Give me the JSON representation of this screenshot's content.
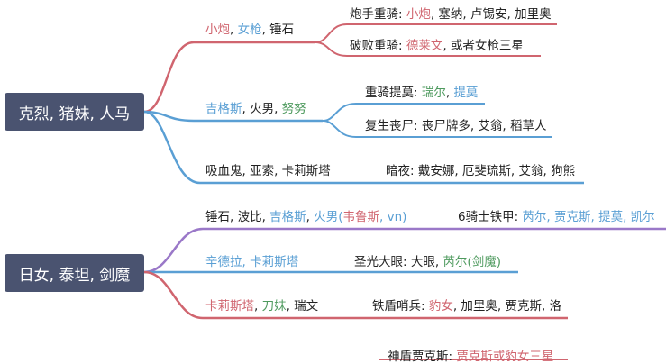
{
  "colors": {
    "red": "#d0656f",
    "blue": "#5a9fd4",
    "green": "#4e9a5e",
    "purple": "#9a78c8",
    "root_bg": "#4a5370",
    "text": "#222222"
  },
  "roots": [
    {
      "label": "克烈, 猪妹, 人马"
    },
    {
      "label": "日女, 泰坦, 剑魔"
    }
  ],
  "nodes": {
    "a1": {
      "parts": [
        [
          "小炮",
          "red"
        ],
        [
          ", ",
          "text"
        ],
        [
          "女枪",
          "blue"
        ],
        [
          ", 锤石",
          "text"
        ]
      ]
    },
    "a1_1": {
      "parts": [
        [
          "炮手重骑: ",
          "text"
        ],
        [
          "小炮",
          "red"
        ],
        [
          ", 塞纳, 卢锡安, 加里奥",
          "text"
        ]
      ]
    },
    "a1_2": {
      "parts": [
        [
          "破败重骑: ",
          "text"
        ],
        [
          "德莱文",
          "red"
        ],
        [
          ", 或者女枪三星",
          "text"
        ]
      ]
    },
    "a2": {
      "parts": [
        [
          "吉格斯",
          "blue"
        ],
        [
          ", 火男, ",
          "text"
        ],
        [
          "努努",
          "green"
        ]
      ]
    },
    "a2_1": {
      "parts": [
        [
          "重骑提莫: ",
          "text"
        ],
        [
          "瑞尔",
          "green"
        ],
        [
          ", ",
          "text"
        ],
        [
          "提莫",
          "blue"
        ]
      ]
    },
    "a2_2": {
      "parts": [
        [
          "复生丧尸: 丧尸牌多, 艾翁, 稻草人",
          "text"
        ]
      ]
    },
    "a3": {
      "parts": [
        [
          "吸血鬼, 亚索, 卡莉斯塔",
          "text"
        ]
      ]
    },
    "a3_1": {
      "parts": [
        [
          "暗夜: 戴安娜, 厄斐琉斯, 艾翁, 狗熊",
          "text"
        ]
      ]
    },
    "b1": {
      "parts": [
        [
          "锤石, 波比, ",
          "text"
        ],
        [
          "吉格斯",
          "blue"
        ],
        [
          ", ",
          "text"
        ],
        [
          "火男(",
          "blue"
        ],
        [
          "韦鲁斯",
          "red"
        ],
        [
          ", vn)",
          "blue"
        ]
      ]
    },
    "b1_1": {
      "parts": [
        [
          "6骑士铁甲: ",
          "text"
        ],
        [
          "芮尔, 贾克斯, 提莫, 凯尔",
          "blue"
        ]
      ]
    },
    "b2": {
      "parts": [
        [
          "辛德拉, 卡莉斯塔",
          "blue"
        ]
      ]
    },
    "b2_1": {
      "parts": [
        [
          "圣光大眼: 大眼, ",
          "text"
        ],
        [
          "芮尔(剑魔)",
          "green"
        ]
      ]
    },
    "b3": {
      "parts": [
        [
          "卡莉斯塔",
          "red"
        ],
        [
          ", ",
          "text"
        ],
        [
          "刀妹",
          "green"
        ],
        [
          ", 瑞文",
          "text"
        ]
      ]
    },
    "b3_1": {
      "parts": [
        [
          "铁盾哨兵: ",
          "text"
        ],
        [
          "豹女",
          "red"
        ],
        [
          ", 加里奥, 贾克斯, 洛",
          "text"
        ]
      ]
    },
    "b4_1": {
      "parts": [
        [
          "神盾贾克斯: ",
          "text"
        ],
        [
          "贾克斯或豹女三星",
          "red"
        ]
      ]
    }
  }
}
